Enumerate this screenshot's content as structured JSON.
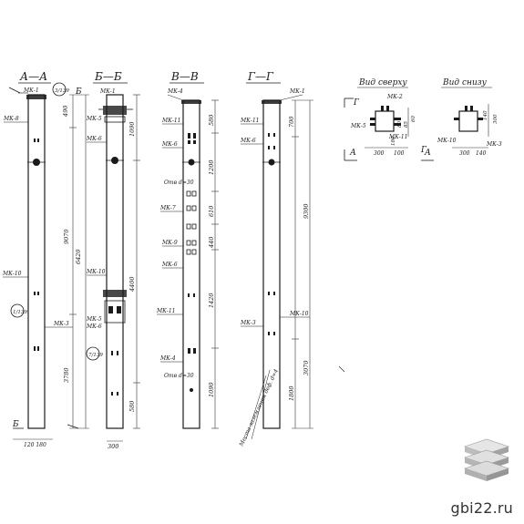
{
  "sections": [
    {
      "title": "А—А",
      "marks": [
        "МК-1",
        "МК-8",
        "МК-10",
        "МК-3"
      ],
      "dims": [
        "490",
        "6420",
        "9070",
        "3780"
      ],
      "refs": [
        "3/139",
        "1/139"
      ],
      "side_label": "Б"
    },
    {
      "title": "Б—Б",
      "marks": [
        "МК-1",
        "МК-5",
        "МК-6",
        "МК-10",
        "МК-5",
        "МК-6"
      ],
      "dims": [
        "1090",
        "4400",
        "580",
        "300"
      ],
      "refs": [
        "7/139"
      ]
    },
    {
      "title": "В—В",
      "marks": [
        "МК-4",
        "МК-11",
        "МК-6",
        "МК-7",
        "МК-9",
        "МК-6",
        "МК-11",
        "МК-4"
      ],
      "dims": [
        "580",
        "1200",
        "610",
        "440",
        "1420",
        "1090"
      ],
      "holes": [
        "Отв d=30",
        "Отв d=30"
      ]
    },
    {
      "title": "Г—Г",
      "marks": [
        "МК-1",
        "МК-11",
        "МК-6",
        "МК-3",
        "МК-10"
      ],
      "dims": [
        "700",
        "9300",
        "1800",
        "3070"
      ],
      "note": "Места заземления деф. d=4"
    }
  ],
  "top_view": {
    "title": "Вид сверху",
    "marks": [
      "МК-2",
      "МК-5",
      "МК-11"
    ],
    "dims": [
      "300",
      "100",
      "85",
      "80",
      "180",
      "60"
    ],
    "labels": [
      "Г",
      "А",
      "Г"
    ]
  },
  "bottom_view": {
    "title": "Вид снизу",
    "marks": [
      "МК-10",
      "МК-3"
    ],
    "dims": [
      "300",
      "140",
      "300",
      "300",
      "140"
    ],
    "labels": [
      "А"
    ]
  },
  "bottom_dim": "120 180",
  "watermark": "gbi22.ru",
  "colors": {
    "ink": "#1a1a1a",
    "paper": "#ffffff"
  }
}
